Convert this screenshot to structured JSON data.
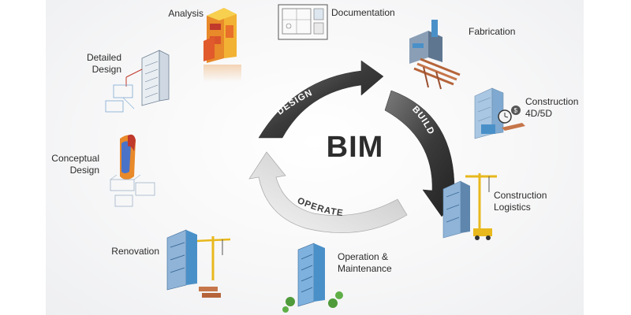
{
  "center": {
    "title": "BIM"
  },
  "cycle": {
    "design": "DESIGN",
    "build": "BUILD",
    "operate": "OPERATE"
  },
  "stages": {
    "analysis": "Analysis",
    "documentation": "Documentation",
    "fabrication": "Fabrication",
    "construction_4d5d": "Construction\n4D/5D",
    "construction_logistics": "Construction\nLogistics",
    "operation_maintenance": "Operation &\nMaintenance",
    "renovation": "Renovation",
    "conceptual_design": "Conceptual\nDesign",
    "detailed_design": "Detailed\nDesign"
  },
  "colors": {
    "arrow_dark": "#3a3a3a",
    "arrow_light": "#d8d8d8",
    "building_blue": "#4a90c8",
    "analysis_orange": "#e8892a",
    "accent_red": "#c0392b",
    "crane_yellow": "#e8b81c",
    "tree_green": "#4f9a3a",
    "timber_brown": "#b5643a"
  }
}
